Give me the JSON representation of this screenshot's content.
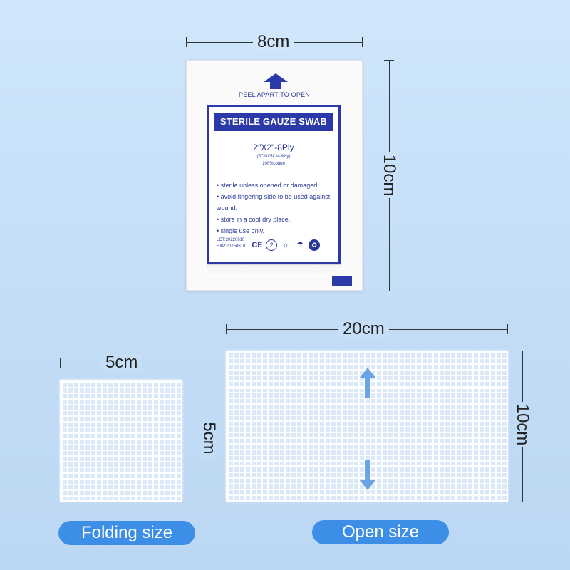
{
  "package": {
    "peel_text": "PEEL APART TO OPEN",
    "title": "STERILE GAUZE SWAB",
    "size": "2\"X2\"-8Ply",
    "size_metric": "(5CMX5CM-8Ply)",
    "material": "100%cotton",
    "bullets": [
      "sterile unless opened or damaged.",
      "avoid fingering side to be used against wound.",
      "store in a cool dry place.",
      "single use only."
    ],
    "lot": "LOT:20220610",
    "exp": "EXP:20250610",
    "symbols": [
      "CE",
      "2",
      "sun-icon",
      "umbrella-icon",
      "recycle-icon"
    ],
    "brand_color": "#2b3aa8"
  },
  "dimensions": {
    "package_width": "8cm",
    "package_height": "10cm",
    "folded_width": "5cm",
    "folded_height": "5cm",
    "open_width": "20cm",
    "open_height": "10cm"
  },
  "labels": {
    "folding": "Folding size",
    "open": "Open size"
  },
  "colors": {
    "background": "#c8e0f8",
    "pill": "#3d8ee6",
    "arrow": "#5c9be0"
  }
}
